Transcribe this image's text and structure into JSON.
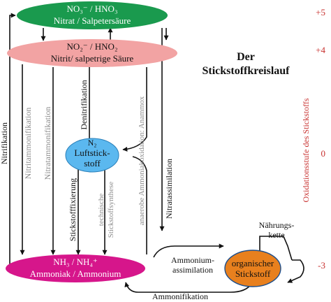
{
  "title": [
    "Der",
    "Stickstoffkreislauf"
  ],
  "species": {
    "nitrate": {
      "formula": "NO₃⁻ / HNO₃",
      "name": "Nitrat / Salpetersäure",
      "color": "#1a9a4e"
    },
    "nitrite": {
      "formula": "NO₂⁻ / HNO₂",
      "name": "Nitrit/ salpetrige Säure",
      "color": "#f2a3a3"
    },
    "dinitrogen": {
      "formula": "N₂",
      "name_line1": "Luftstick-",
      "name_line2": "stoff",
      "color": "#5bb8ef"
    },
    "ammonia": {
      "formula": "NH₃ / NH₄⁺",
      "name": "Ammoniak / Ammonium",
      "color": "#d6168b"
    },
    "organic": {
      "name_line1": "organischer",
      "name_line2": "Stickstoff",
      "color": "#e8801e"
    }
  },
  "processes": {
    "nitrifikation": "Nitrifikation",
    "nitritammonifikation": "Nitritammonifikation",
    "nitratammonifikation": "Nitratammonifikation",
    "denitrifikation": "Denitrifikation",
    "stickstofffixierung": "Stickstofffixierung",
    "technische_line1": "technische",
    "technische_line2": "Stickstoffsynthese",
    "anammox": "anaerobe Ammoniakoxidation: Anammox",
    "nitratassimilation": "Nitratassimilation",
    "ammonium_assimilation_line1": "Ammonium-",
    "ammonium_assimilation_line2": "assimilation",
    "ammonifikation": "Ammonifikation",
    "nahrungskette_line1": "Nährungs-",
    "nahrungskette_line2": "kette"
  },
  "axis": {
    "label": "Oxidationsstufe des Stickstoffs",
    "ticks": [
      "+5",
      "+4",
      "0",
      "-3"
    ],
    "color": "#c8312f"
  }
}
